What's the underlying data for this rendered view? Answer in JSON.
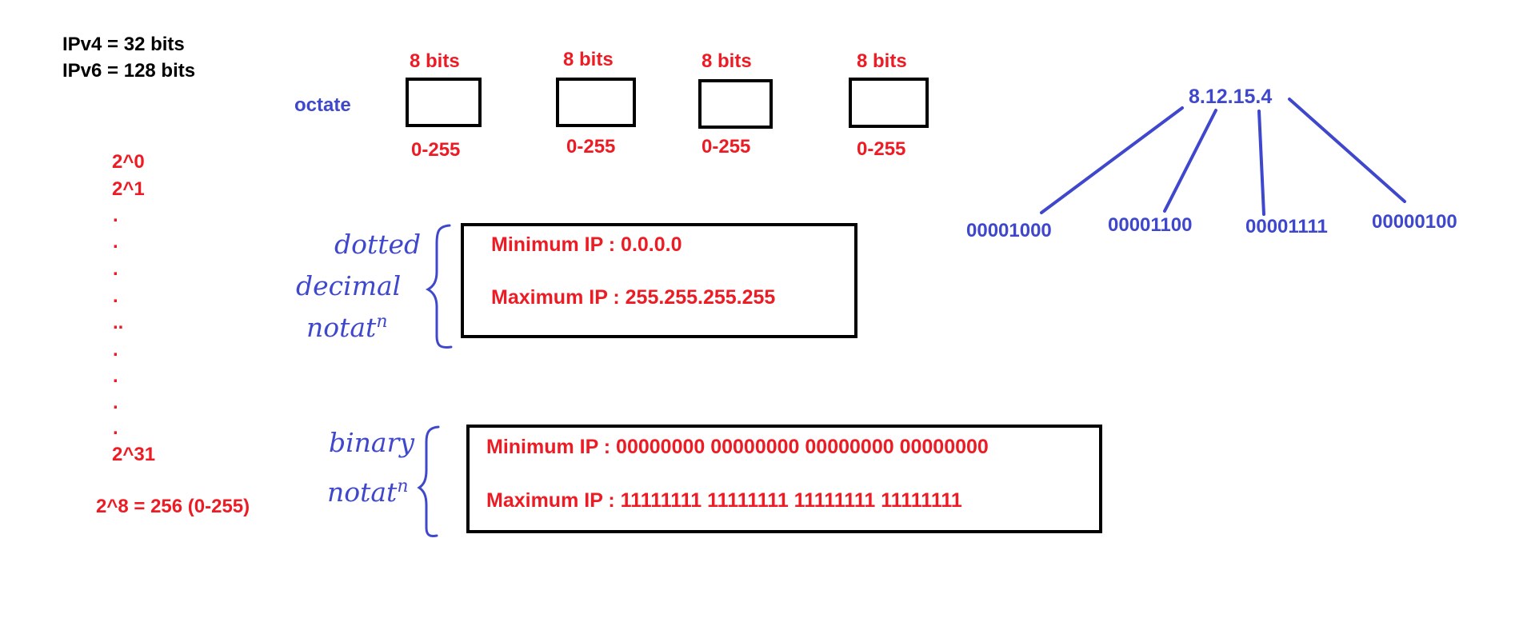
{
  "header": {
    "ipv4": "IPv4 = 32 bits",
    "ipv6": "IPv6 = 128 bits"
  },
  "octet_label": "octate",
  "octets": [
    {
      "bits": "8 bits",
      "range": "0-255"
    },
    {
      "bits": "8 bits",
      "range": "0-255"
    },
    {
      "bits": "8 bits",
      "range": "0-255"
    },
    {
      "bits": "8 bits",
      "range": "0-255"
    }
  ],
  "powers": {
    "first": "2^0",
    "second": "2^1",
    "dots": [
      ".",
      ".",
      ".",
      ".",
      "..",
      ".",
      ".",
      ".",
      "."
    ],
    "last": "2^31",
    "note": "2^8 = 256 (0-255)"
  },
  "dotted": {
    "label_lines": [
      "dotted",
      "decimal",
      "notat"
    ],
    "label_sup": "n",
    "min": "Minimum IP : 0.0.0.0",
    "max": "Maximum IP : 255.255.255.255"
  },
  "binary": {
    "label_lines": [
      "binary",
      "notat"
    ],
    "label_sup": "n",
    "min": "Minimum IP : 00000000 00000000 00000000 00000000",
    "max": "Maximum IP : 11111111 11111111 11111111 11111111"
  },
  "example": {
    "ip": "8.12.15.4",
    "binary": [
      "00001000",
      "00001100",
      "00001111",
      "00000100"
    ]
  },
  "colors": {
    "black": "#000000",
    "red": "#ed1c24",
    "blue": "#3f48cc"
  }
}
